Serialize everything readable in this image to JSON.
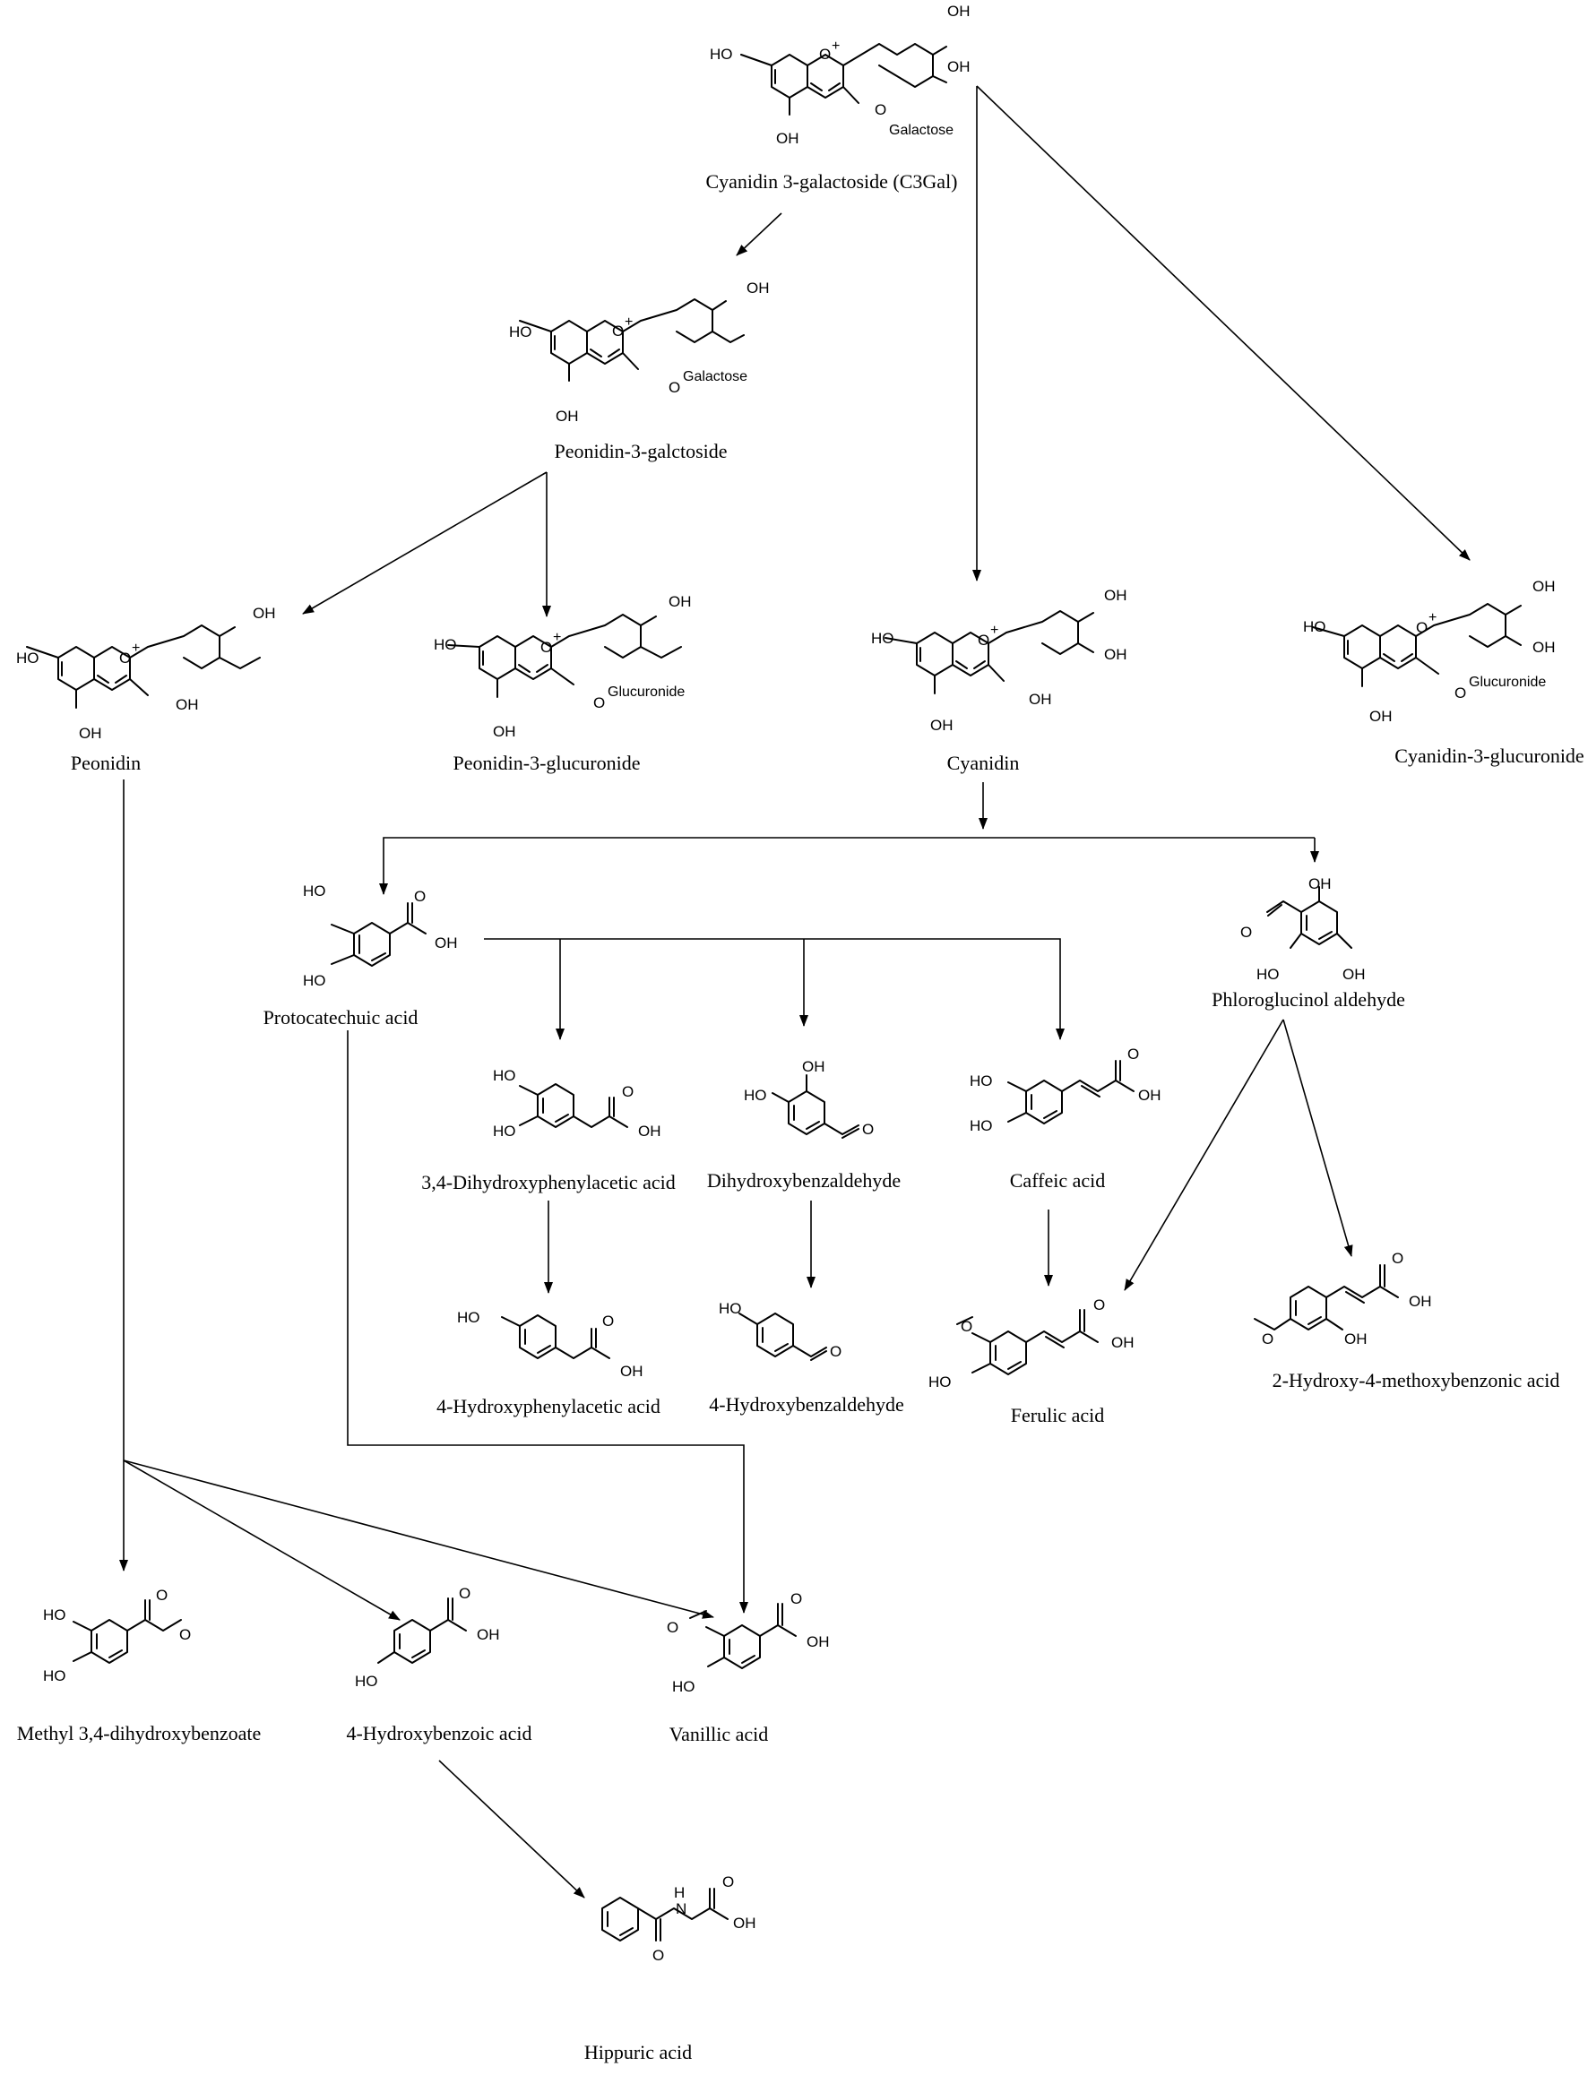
{
  "compounds": {
    "c3gal": {
      "name": "Cyanidin 3-galactoside (C3Gal)",
      "atoms": [
        "HO",
        "O",
        "+",
        "OH",
        "OH",
        "O",
        "Galactose",
        "OH"
      ]
    },
    "peonidin_gal": {
      "name": "Peonidin-3-galctoside",
      "atoms": [
        "HO",
        "O",
        "+",
        "OH",
        "O",
        "Galactose",
        "OH"
      ]
    },
    "peonidin": {
      "name": "Peonidin",
      "atoms": [
        "HO",
        "O",
        "+",
        "OH",
        "OH",
        "OH"
      ]
    },
    "peonidin_glc": {
      "name": "Peonidin-3-glucuronide",
      "atoms": [
        "HO",
        "O",
        "+",
        "OH",
        "O",
        "Glucuronide",
        "OH"
      ]
    },
    "cyanidin": {
      "name": "Cyanidin",
      "atoms": [
        "HO",
        "O",
        "+",
        "OH",
        "OH",
        "OH",
        "OH"
      ]
    },
    "cyanidin_glc": {
      "name": "Cyanidin-3-glucuronide",
      "atoms": [
        "HO",
        "O",
        "+",
        "OH",
        "OH",
        "O",
        "Glucuronide",
        "OH"
      ]
    },
    "protocatechuic": {
      "name": "Protocatechuic acid",
      "atoms": [
        "HO",
        "HO",
        "O",
        "OH"
      ]
    },
    "phloroglucinol": {
      "name": "Phloroglucinol aldehyde",
      "atoms": [
        "OH",
        "O",
        "HO",
        "OH"
      ]
    },
    "dhpaa": {
      "name": "3,4-Dihydroxyphenylacetic acid",
      "atoms": [
        "HO",
        "HO",
        "O",
        "OH"
      ]
    },
    "dhba": {
      "name": "Dihydroxybenzaldehyde",
      "atoms": [
        "OH",
        "HO",
        "O"
      ]
    },
    "caffeic": {
      "name": "Caffeic acid",
      "atoms": [
        "HO",
        "HO",
        "O",
        "OH"
      ]
    },
    "hpaa": {
      "name": "4-Hydroxyphenylacetic acid",
      "atoms": [
        "HO",
        "O",
        "OH"
      ]
    },
    "hba_ald": {
      "name": "4-Hydroxybenzaldehyde",
      "atoms": [
        "HO",
        "O"
      ]
    },
    "ferulic": {
      "name": "Ferulic acid",
      "atoms": [
        "O",
        "HO",
        "O",
        "OH"
      ]
    },
    "hmba": {
      "name": "2-Hydroxy-4-methoxybenzonic acid",
      "atoms": [
        "O",
        "OH",
        "O",
        "OH"
      ]
    },
    "methyl_dhb": {
      "name": "Methyl 3,4-dihydroxybenzoate",
      "atoms": [
        "HO",
        "HO",
        "O",
        "O"
      ]
    },
    "hba": {
      "name": "4-Hydroxybenzoic acid",
      "atoms": [
        "HO",
        "O",
        "OH"
      ]
    },
    "vanillic": {
      "name": "Vanillic acid",
      "atoms": [
        "O",
        "HO",
        "O",
        "OH"
      ]
    },
    "hippuric": {
      "name": "Hippuric acid",
      "atoms": [
        "H",
        "N",
        "O",
        "O",
        "OH"
      ]
    }
  },
  "pathway": [
    [
      "c3gal",
      "peonidin_gal"
    ],
    [
      "c3gal",
      "cyanidin"
    ],
    [
      "c3gal",
      "cyanidin_glc"
    ],
    [
      "peonidin_gal",
      "peonidin"
    ],
    [
      "peonidin_gal",
      "peonidin_glc"
    ],
    [
      "cyanidin",
      "protocatechuic"
    ],
    [
      "cyanidin",
      "phloroglucinol"
    ],
    [
      "protocatechuic",
      "dhpaa"
    ],
    [
      "protocatechuic",
      "dhba"
    ],
    [
      "protocatechuic",
      "caffeic"
    ],
    [
      "protocatechuic",
      "vanillic"
    ],
    [
      "dhpaa",
      "hpaa"
    ],
    [
      "dhba",
      "hba_ald"
    ],
    [
      "caffeic",
      "ferulic"
    ],
    [
      "phloroglucinol",
      "ferulic"
    ],
    [
      "phloroglucinol",
      "hmba"
    ],
    [
      "peonidin",
      "methyl_dhb"
    ],
    [
      "peonidin",
      "hba"
    ],
    [
      "peonidin",
      "vanillic"
    ],
    [
      "hba",
      "hippuric"
    ]
  ]
}
